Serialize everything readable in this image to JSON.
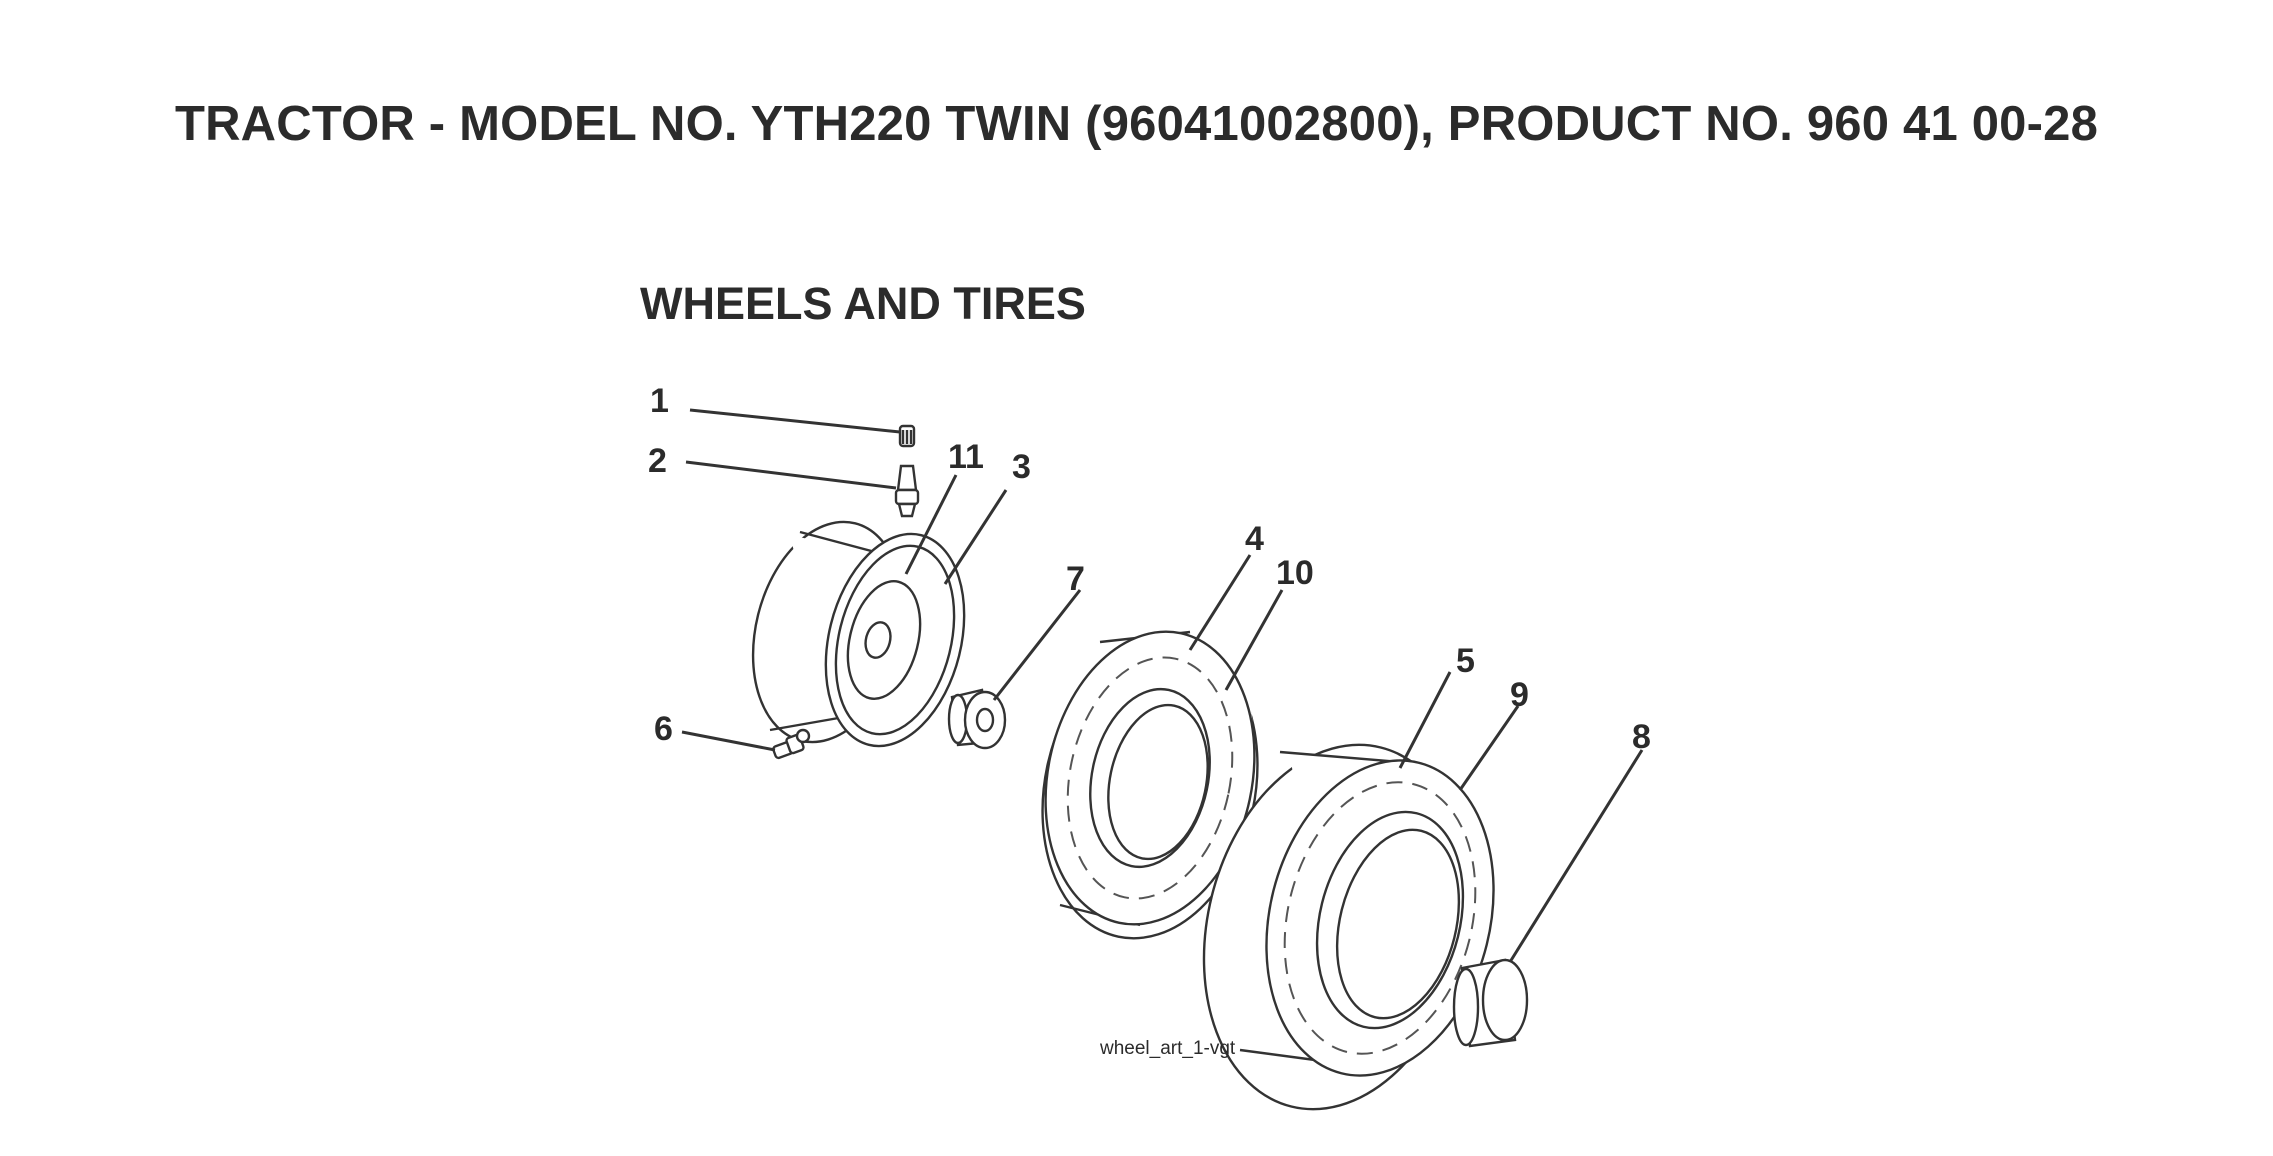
{
  "header": {
    "title": "TRACTOR - MODEL NO. YTH220 TWIN (96041002800), PRODUCT NO. 960 41 00-28"
  },
  "section": {
    "title": "WHEELS AND TIRES"
  },
  "callouts": [
    {
      "id": "1",
      "part": "valve-cap"
    },
    {
      "id": "2",
      "part": "valve-stem"
    },
    {
      "id": "11",
      "part": "rim-inner"
    },
    {
      "id": "3",
      "part": "rim"
    },
    {
      "id": "7",
      "part": "bushing"
    },
    {
      "id": "4",
      "part": "front-tire"
    },
    {
      "id": "10",
      "part": "front-tire-alt"
    },
    {
      "id": "5",
      "part": "rear-tire"
    },
    {
      "id": "9",
      "part": "rear-tire-alt"
    },
    {
      "id": "8",
      "part": "rear-hub-cap"
    },
    {
      "id": "6",
      "part": "grease-fitting"
    }
  ],
  "art_label": "wheel_art_1-vgt"
}
